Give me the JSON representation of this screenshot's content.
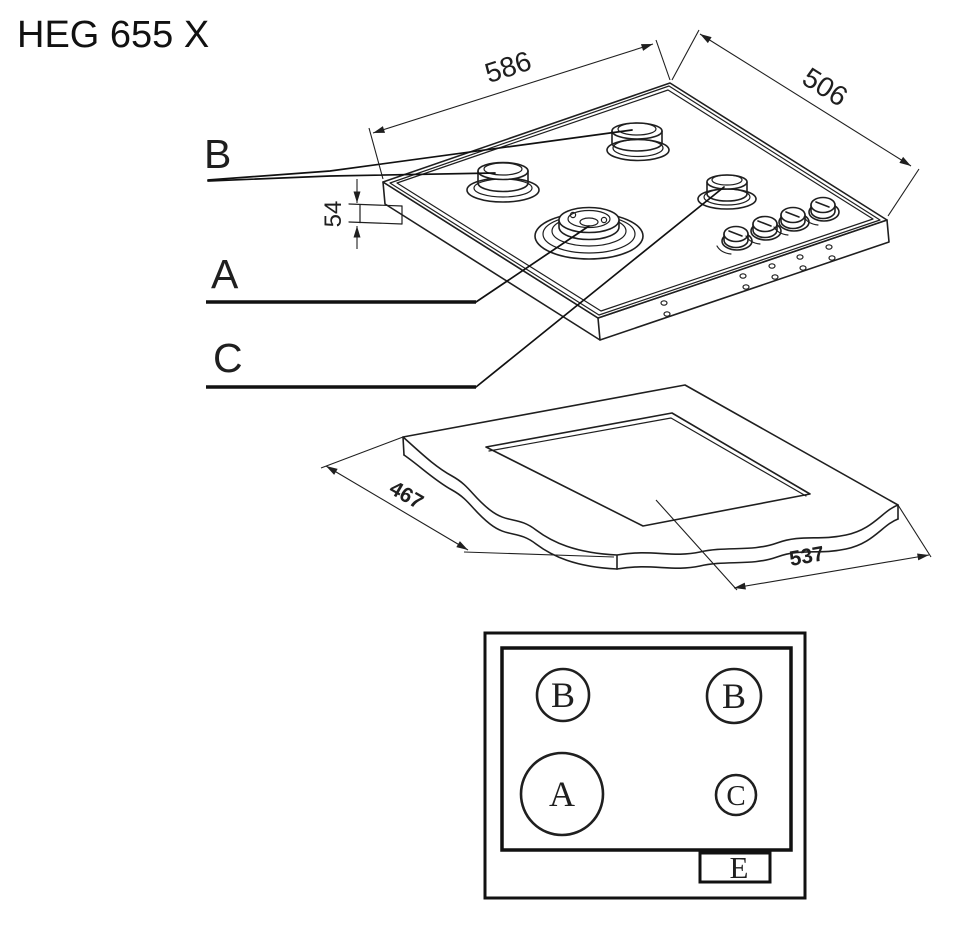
{
  "title": "HEG 655 X",
  "colors": {
    "line": "#1f1f1f",
    "background": "#ffffff",
    "leader": "#111111"
  },
  "iso": {
    "dim_width": "586",
    "dim_depth": "506",
    "dim_height": "54",
    "callout_b": "B",
    "callout_a": "A",
    "callout_c": "C"
  },
  "cutout": {
    "dim_depth": "467",
    "dim_width": "537"
  },
  "plan": {
    "burner_back_left": "B",
    "burner_back_right": "B",
    "burner_front_left": "A",
    "burner_front_right": "C",
    "control_panel": "E"
  }
}
